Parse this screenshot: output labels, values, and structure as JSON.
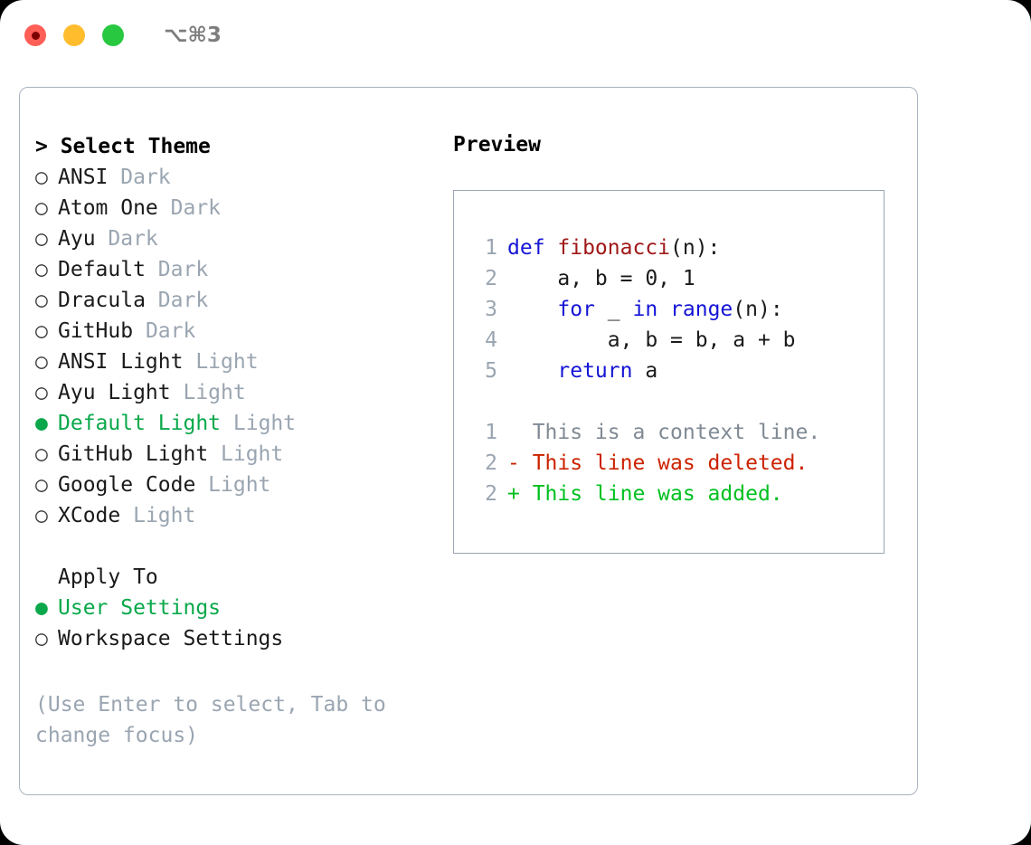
{
  "titlebar": {
    "traffic_lights": [
      "close",
      "minimize",
      "zoom"
    ],
    "shortcut": "⌥⌘3"
  },
  "left_panel": {
    "header": "> Select Theme",
    "themes": [
      {
        "marker": "○",
        "name": "ANSI",
        "variant": "Dark",
        "selected": false
      },
      {
        "marker": "○",
        "name": "Atom One",
        "variant": "Dark",
        "selected": false
      },
      {
        "marker": "○",
        "name": "Ayu",
        "variant": "Dark",
        "selected": false
      },
      {
        "marker": "○",
        "name": "Default",
        "variant": "Dark",
        "selected": false
      },
      {
        "marker": "○",
        "name": "Dracula",
        "variant": "Dark",
        "selected": false
      },
      {
        "marker": "○",
        "name": "GitHub",
        "variant": "Dark",
        "selected": false
      },
      {
        "marker": "○",
        "name": "ANSI Light",
        "variant": "Light",
        "selected": false
      },
      {
        "marker": "○",
        "name": "Ayu Light",
        "variant": "Light",
        "selected": false
      },
      {
        "marker": "●",
        "name": "Default Light",
        "variant": "Light",
        "selected": true
      },
      {
        "marker": "○",
        "name": "GitHub Light",
        "variant": "Light",
        "selected": false
      },
      {
        "marker": "○",
        "name": "Google Code",
        "variant": "Light",
        "selected": false
      },
      {
        "marker": "○",
        "name": "XCode",
        "variant": "Light",
        "selected": false
      }
    ],
    "apply_to": {
      "header": "Apply To",
      "options": [
        {
          "marker": "●",
          "label": "User Settings",
          "selected": true
        },
        {
          "marker": "○",
          "label": "Workspace Settings",
          "selected": false
        }
      ]
    },
    "hint": "(Use Enter to select, Tab to change focus)"
  },
  "right_panel": {
    "title": "Preview",
    "code_lines": [
      {
        "num": "1",
        "tokens": [
          {
            "t": "def ",
            "c": "kw"
          },
          {
            "t": "fibonacci",
            "c": "fn"
          },
          {
            "t": "(n):",
            "c": "plain"
          }
        ]
      },
      {
        "num": "2",
        "tokens": [
          {
            "t": "    a, b = 0, 1",
            "c": "plain"
          }
        ]
      },
      {
        "num": "3",
        "tokens": [
          {
            "t": "    ",
            "c": "plain"
          },
          {
            "t": "for",
            "c": "kw"
          },
          {
            "t": " _ ",
            "c": "plain"
          },
          {
            "t": "in",
            "c": "kw"
          },
          {
            "t": " ",
            "c": "plain"
          },
          {
            "t": "range",
            "c": "kw"
          },
          {
            "t": "(n):",
            "c": "plain"
          }
        ]
      },
      {
        "num": "4",
        "tokens": [
          {
            "t": "        a, b = b, a + b",
            "c": "plain"
          }
        ]
      },
      {
        "num": "5",
        "tokens": [
          {
            "t": "    ",
            "c": "plain"
          },
          {
            "t": "return",
            "c": "kw"
          },
          {
            "t": " a",
            "c": "plain"
          }
        ]
      }
    ],
    "diff_lines": [
      {
        "num": "1",
        "tokens": [
          {
            "t": "  This is a context line.",
            "c": "ctx"
          }
        ]
      },
      {
        "num": "2",
        "tokens": [
          {
            "t": "- This line was deleted.",
            "c": "del"
          }
        ]
      },
      {
        "num": "2",
        "tokens": [
          {
            "t": "+ This line was added.",
            "c": "add"
          }
        ]
      }
    ]
  },
  "colors": {
    "accent_green": "#0aa84a",
    "muted_gray": "#9aa5b1",
    "keyword_blue": "#1414d6",
    "function_red": "#a01818",
    "diff_deleted": "#cc2200",
    "diff_added": "#00c020",
    "border": "#aab3c0"
  }
}
